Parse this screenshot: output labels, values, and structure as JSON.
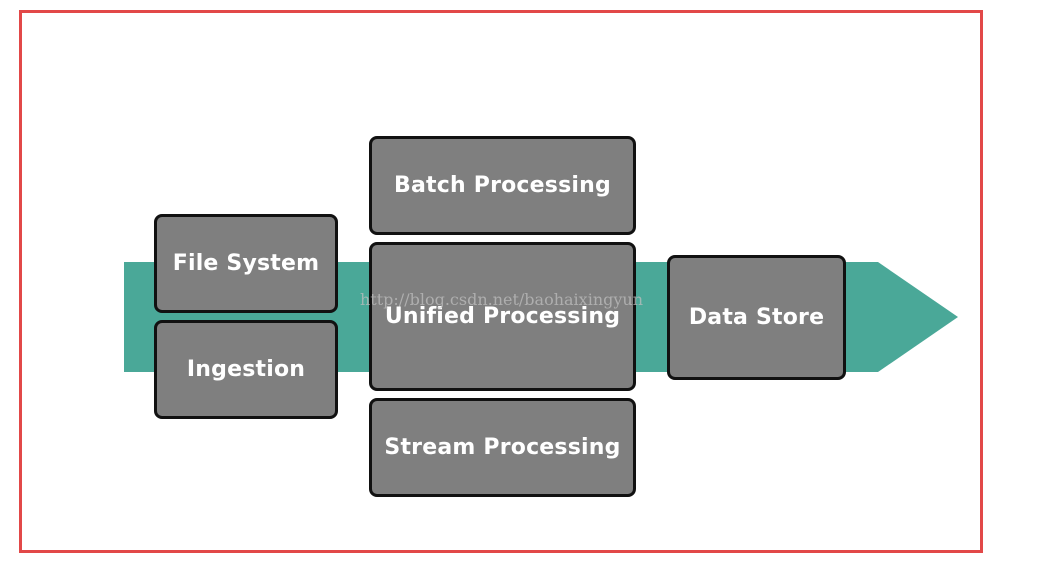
{
  "colors": {
    "frame_border": "#e24848",
    "arrow": "#4aa898",
    "box_fill": "#7f7f7f",
    "box_border": "#111111",
    "box_text": "#ffffff"
  },
  "diagram": {
    "nodes": {
      "file_system": "File System",
      "ingestion": "Ingestion",
      "batch_processing": "Batch Processing",
      "unified_processing": "Unified Processing",
      "stream_processing": "Stream Processing",
      "data_store": "Data Store"
    },
    "watermark": "http://blog.csdn.net/baohaixingyun"
  }
}
